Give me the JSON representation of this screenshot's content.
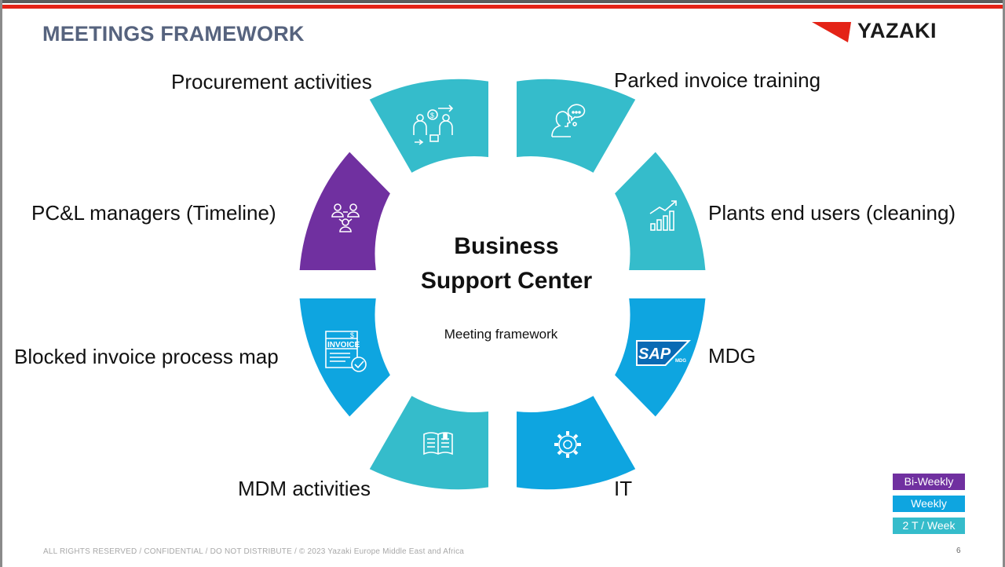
{
  "slide": {
    "title": "MEETINGS FRAMEWORK",
    "logo_text": "YAZAKI",
    "center_title_line1": "Business",
    "center_title_line2": "Support Center",
    "center_subtitle": "Meeting framework",
    "footer": "ALL RIGHTS RESERVED  /  CONFIDENTIAL  /  DO NOT DISTRIBUTE / © 2023 Yazaki Europe Middle East and Africa",
    "page_number": "6"
  },
  "segments": [
    {
      "label": "Procurement activities",
      "frequency": "2 T / Week",
      "icon": "procurement-people-icon"
    },
    {
      "label": "Parked invoice training",
      "frequency": "2 T / Week",
      "icon": "user-chat-icon"
    },
    {
      "label": "Plants end users (cleaning)",
      "frequency": "2 T / Week",
      "icon": "growth-chart-icon"
    },
    {
      "label": "MDG",
      "frequency": "Weekly",
      "icon": "sap-mdg-logo-icon",
      "icon_text": "SAP",
      "icon_subtext": "MDG"
    },
    {
      "label": "IT",
      "frequency": "Weekly",
      "icon": "gear-icon"
    },
    {
      "label": "MDM activities",
      "frequency": "2 T / Week",
      "icon": "open-book-icon"
    },
    {
      "label": "Blocked invoice process map",
      "frequency": "Weekly",
      "icon": "invoice-check-icon",
      "icon_text": "INVOICE",
      "icon_symbol": "$"
    },
    {
      "label": "PC&L managers (Timeline)",
      "frequency": "Bi-Weekly",
      "icon": "team-network-icon"
    }
  ],
  "legend": [
    {
      "label": "Bi-Weekly",
      "color": "#7030a0"
    },
    {
      "label": "Weekly",
      "color": "#0ea5e0"
    },
    {
      "label": "2 T / Week",
      "color": "#35bccb"
    }
  ],
  "colors": {
    "accent_red": "#e42317",
    "title_slate": "#56637e",
    "bi_weekly": "#7030a0",
    "weekly": "#0ea5e0",
    "two_per_week": "#35bccb"
  }
}
